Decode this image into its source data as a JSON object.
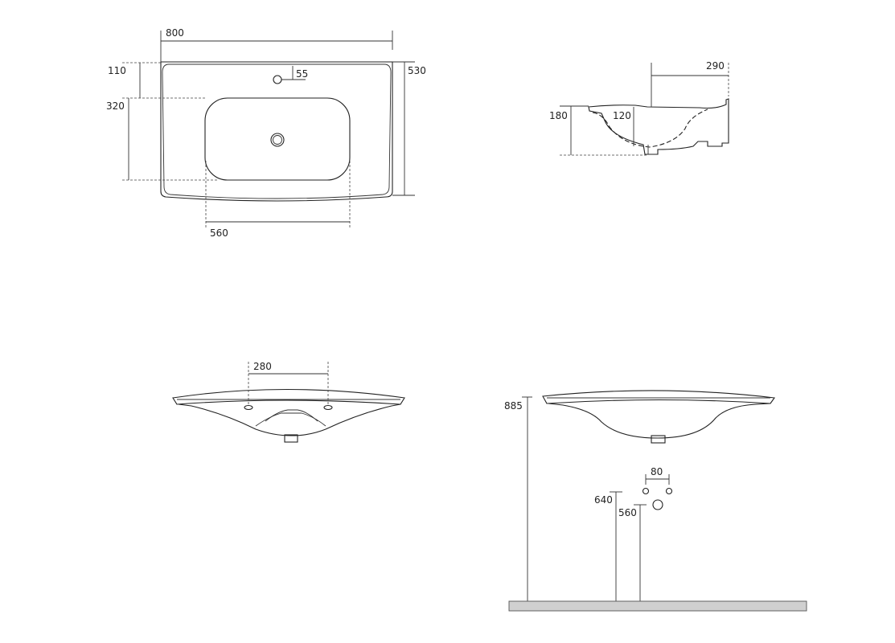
{
  "colors": {
    "line": "#222222",
    "floor": "#d0d0d0"
  },
  "top_view": {
    "width_label": "800",
    "tap_offset_label": "110",
    "tap_hole_label": "55",
    "bowl_depth_label": "320",
    "depth_label": "530",
    "bowl_width_label": "560"
  },
  "side_view": {
    "depth_label": "290",
    "height_label": "180",
    "bowl_depth_label": "120"
  },
  "front_view": {
    "fixing_spacing_label": "280"
  },
  "installation_view": {
    "mount_height_label": "885",
    "supply_spacing_label": "80",
    "supply_height_label": "640",
    "waste_height_label": "560"
  }
}
